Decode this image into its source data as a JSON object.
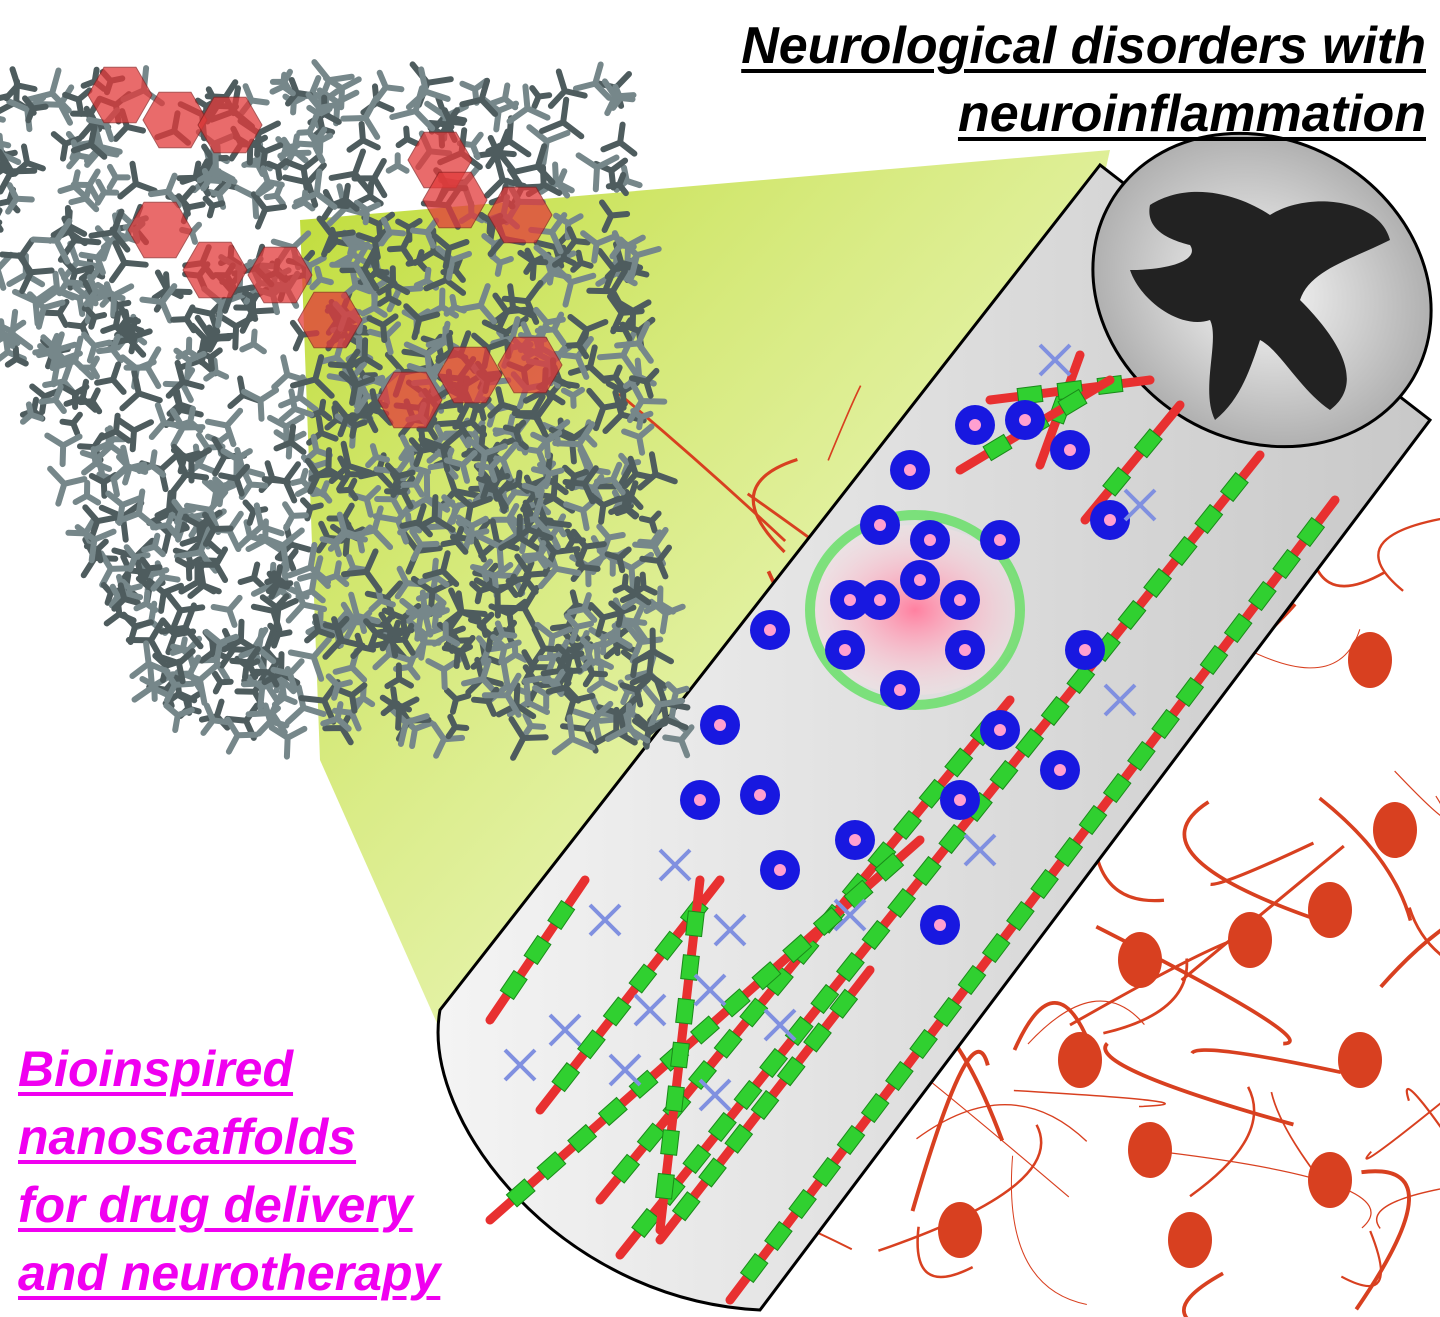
{
  "header": {
    "title_lines": [
      "Neurological disorders with",
      "neuroinflammation"
    ]
  },
  "caption": {
    "lines": [
      "Bioinspired",
      "nanoscaffolds",
      "for drug delivery",
      "and neurotherapy"
    ],
    "color": "#f000f0"
  },
  "colors": {
    "scaffold": "#5a6a6c",
    "drug": "#e23a3a",
    "glow": "#c8e040",
    "axon": "#e83030",
    "myelin": "#30d030",
    "cell": "#1818e0",
    "neuron": "#d84020"
  }
}
